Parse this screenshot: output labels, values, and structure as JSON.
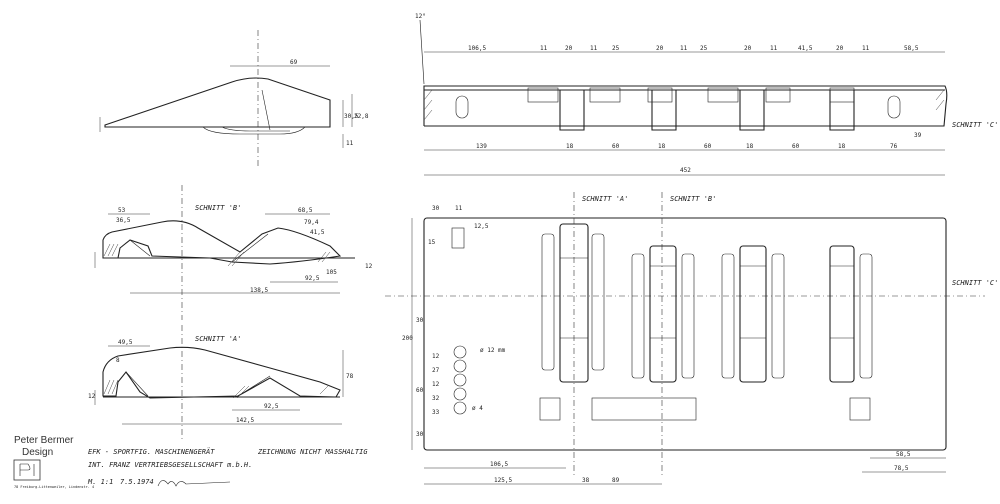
{
  "drawing": {
    "views": {
      "side": {
        "dims": [
          "69",
          "30,5",
          "22,8",
          "11"
        ]
      },
      "section_b": {
        "title": "SCHNITT 'B'",
        "dims": [
          "53",
          "36,5",
          "68,5",
          "79,4",
          "41,5",
          "92,5",
          "138,5",
          "105",
          "12"
        ]
      },
      "section_a": {
        "title": "SCHNITT 'A'",
        "dims": [
          "49,5",
          "8",
          "78",
          "92,5",
          "142,5",
          "12"
        ]
      },
      "section_c": {
        "top_dims": [
          "106,5",
          "11",
          "20",
          "11",
          "25",
          "20",
          "11",
          "25",
          "20",
          "11",
          "41,5",
          "20",
          "11",
          "58,5"
        ],
        "bottom_dims": [
          "139",
          "18",
          "60",
          "18",
          "60",
          "18",
          "60",
          "18",
          "76"
        ],
        "angle": "12°",
        "label": "SCHNITT 'C'",
        "side_dim": "39"
      },
      "plan": {
        "width_dim": "452",
        "height_dim": "200",
        "section_a_label": "SCHNITT 'A'",
        "section_b_label": "SCHNITT 'B'",
        "section_c_label": "SCHNITT 'C'",
        "small_dims": [
          "30",
          "11",
          "12,5",
          "15"
        ],
        "hole_dims": [
          "12",
          "27",
          "12",
          "32",
          "33"
        ],
        "hole_label": "ø 12 mm",
        "left_dims": [
          "30",
          "60",
          "30"
        ],
        "bottom_dims": [
          "106,5",
          "125,5",
          "38",
          "89",
          "58,5",
          "78,5"
        ],
        "radius_dim": "ø 4"
      }
    },
    "notes": {
      "description_1": "EFK - SPORTFIG. MASCHINENGERÄT",
      "description_2": "INT. FRANZ VERTRIEBSGESELLSCHAFT m.b.H.",
      "scale": "M. 1:1",
      "date": "7.5.1974",
      "remark": "ZEICHNUNG NICHT MASSHALTIG"
    },
    "logo": {
      "line1": "Peter Bermer",
      "line2": "Design",
      "address": "78 Freiburg-Littenweiler, Lindenstr. 4"
    }
  }
}
